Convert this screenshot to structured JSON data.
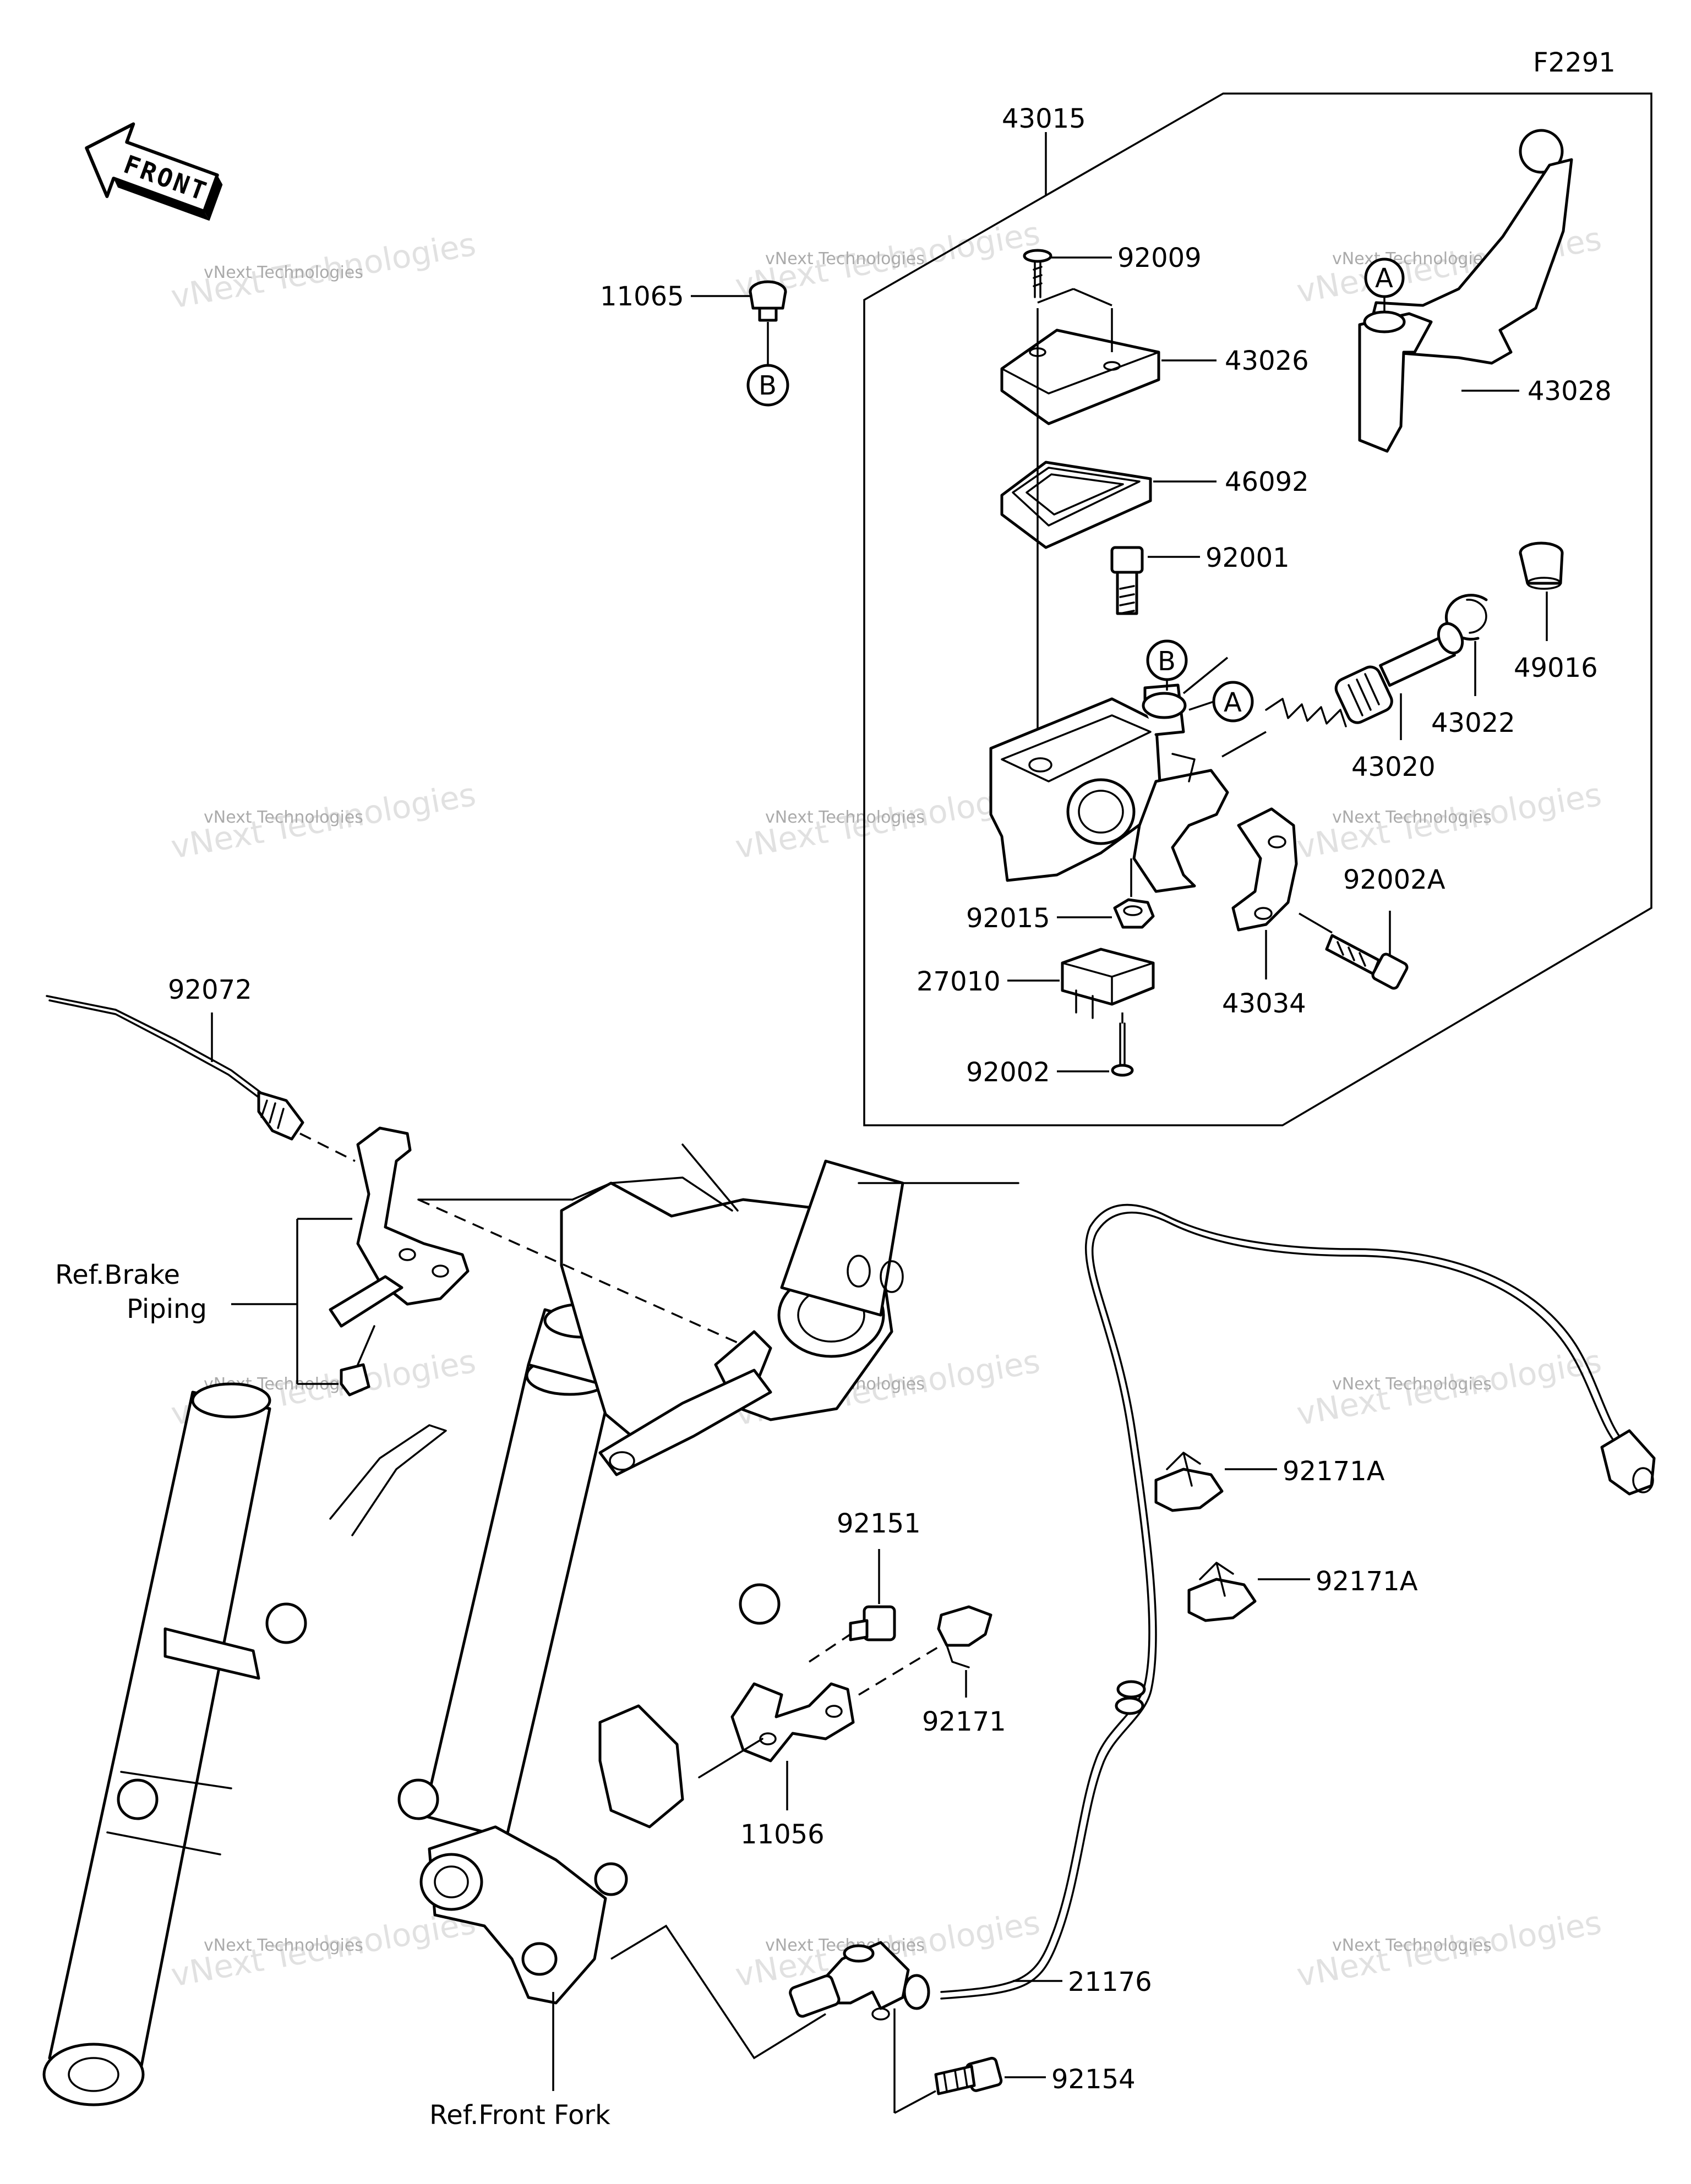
{
  "figure_code": "F2291",
  "front_arrow_text": "FRONT",
  "callouts": {
    "a": "A",
    "b": "B"
  },
  "watermark": {
    "line1": "vNext Technologies",
    "line2": "vNext Technologies"
  },
  "parts": [
    {
      "key": "p43015",
      "number": "43015"
    },
    {
      "key": "p11065",
      "number": "11065"
    },
    {
      "key": "p92009",
      "number": "92009"
    },
    {
      "key": "p43026",
      "number": "43026"
    },
    {
      "key": "p46092",
      "number": "46092"
    },
    {
      "key": "p43028",
      "number": "43028"
    },
    {
      "key": "p92001",
      "number": "92001"
    },
    {
      "key": "p49016",
      "number": "49016"
    },
    {
      "key": "p43022",
      "number": "43022"
    },
    {
      "key": "p43020",
      "number": "43020"
    },
    {
      "key": "p92002a",
      "number": "92002A"
    },
    {
      "key": "p92015",
      "number": "92015"
    },
    {
      "key": "p27010",
      "number": "27010"
    },
    {
      "key": "p43034",
      "number": "43034"
    },
    {
      "key": "p92002",
      "number": "92002"
    },
    {
      "key": "p92072",
      "number": "92072"
    },
    {
      "key": "p92171a_1",
      "number": "92171A"
    },
    {
      "key": "p92171a_2",
      "number": "92171A"
    },
    {
      "key": "p92151",
      "number": "92151"
    },
    {
      "key": "p92171",
      "number": "92171"
    },
    {
      "key": "p11056",
      "number": "11056"
    },
    {
      "key": "p21176",
      "number": "21176"
    },
    {
      "key": "p92154",
      "number": "92154"
    }
  ],
  "references": {
    "brake_piping_line1": "Ref.Brake",
    "brake_piping_line2": "Piping",
    "front_fork": "Ref.Front Fork"
  }
}
